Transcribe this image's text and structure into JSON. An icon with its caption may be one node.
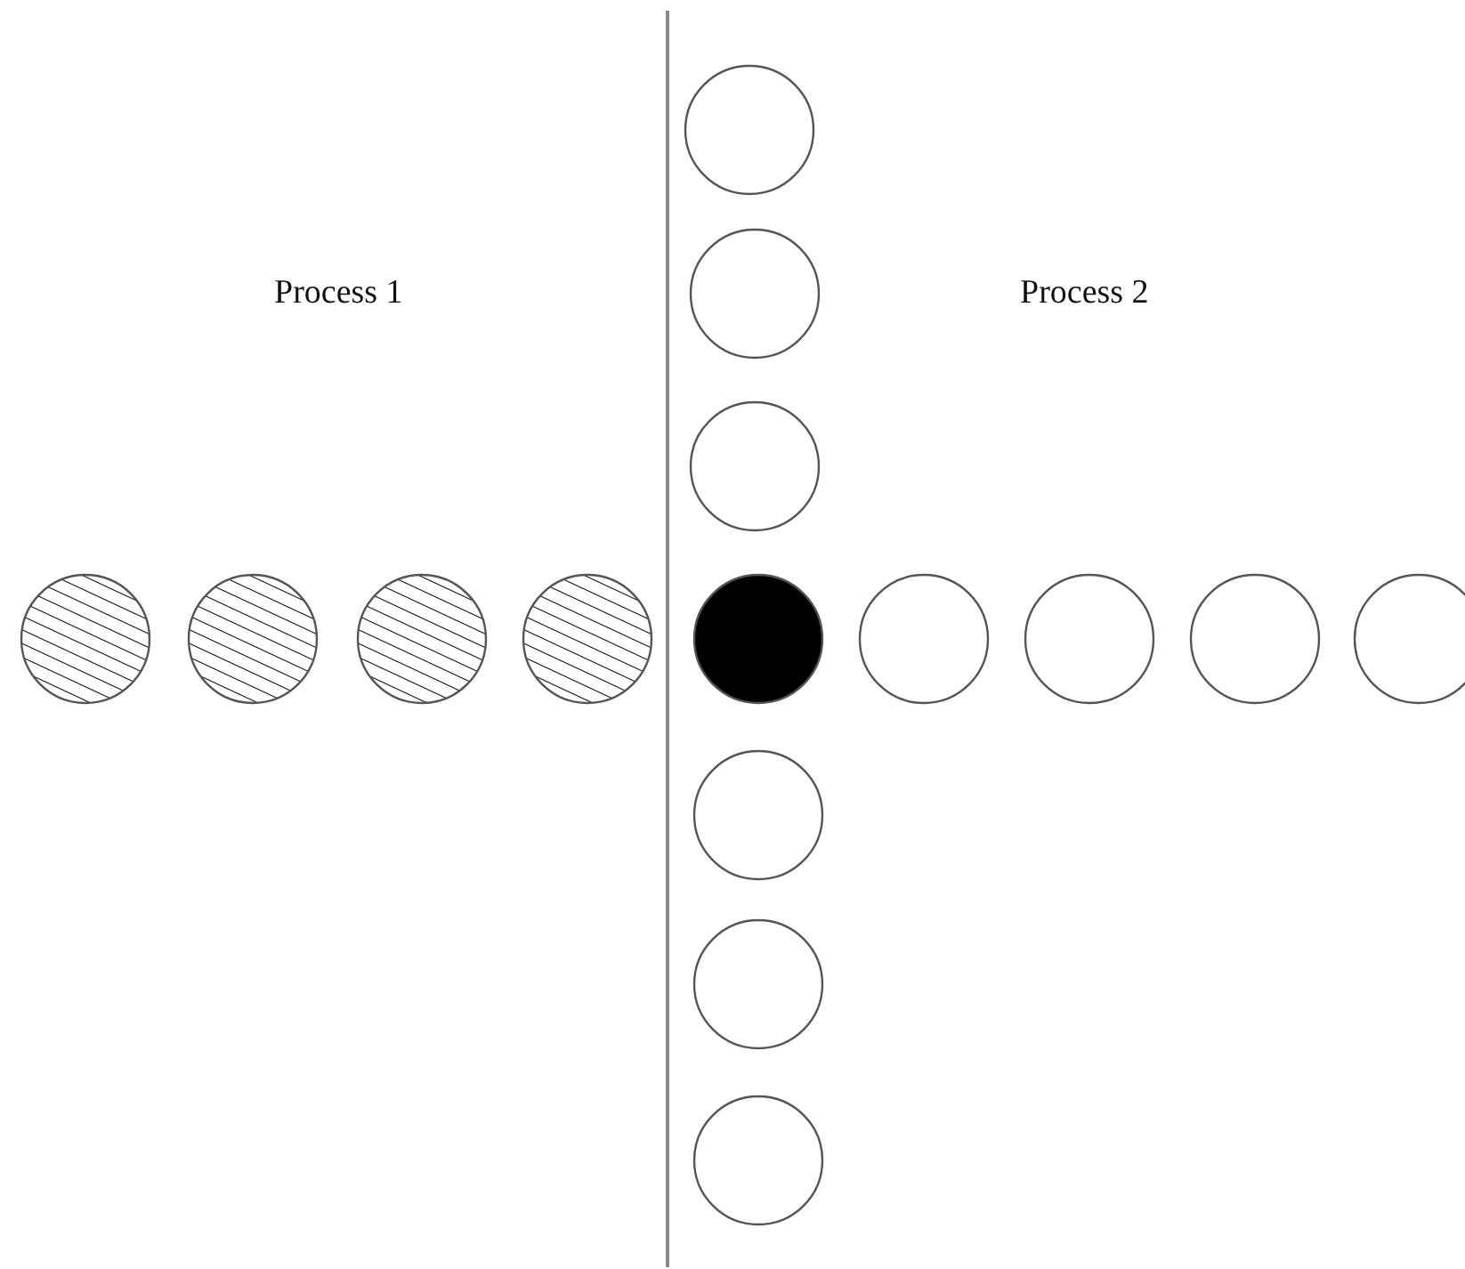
{
  "diagram": {
    "nodes": [
      {
        "text": [],
        "shape": "circle"
      },
      {
        "text": [],
        "shape": "circle"
      },
      {
        "text": [],
        "shape": "circle"
      },
      {
        "text": [],
        "shape": "circle"
      },
      {
        "text": [],
        "shape": "circle"
      },
      {
        "text": [],
        "shape": "circle"
      },
      {
        "text": [],
        "shape": "circle"
      },
      {
        "text": [],
        "shape": "circle"
      },
      {
        "text": [],
        "shape": "circle"
      },
      {
        "text": [],
        "shape": "circle"
      },
      {
        "text": [],
        "shape": "circle"
      },
      {
        "text": [],
        "shape": "circle"
      },
      {
        "text": [],
        "shape": "circle"
      },
      {
        "text": [],
        "shape": "circle"
      },
      {
        "text": [],
        "shape": "circle"
      }
    ],
    "labels": [
      "Process 1",
      "Process 2"
    ]
  }
}
